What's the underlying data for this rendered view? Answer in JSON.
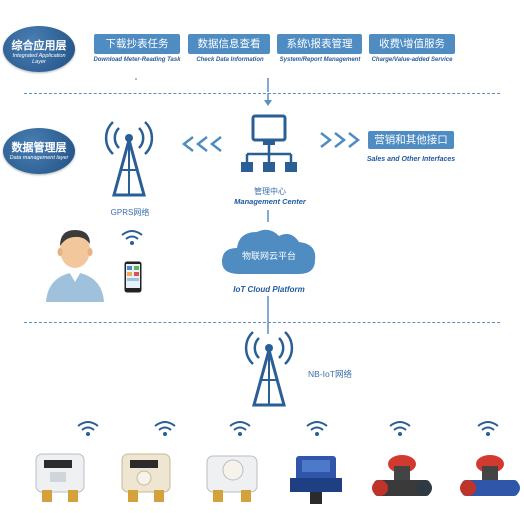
{
  "app_layer": {
    "cn": "综合应用层",
    "en": "Integrated Application Layer",
    "buttons": [
      {
        "cn": "下载抄表任务",
        "en": "Download Meter-Reading Task"
      },
      {
        "cn": "数据信息查看",
        "en": "Check Data Information"
      },
      {
        "cn": "系统\\报表管理",
        "en": "System/Report Management"
      },
      {
        "cn": "收费\\增值服务",
        "en": "Charge/Value-added Service"
      }
    ]
  },
  "data_layer": {
    "cn": "数据管理层",
    "en": "Data management layer"
  },
  "management_center": {
    "cn": "管理中心",
    "en": "Management Center"
  },
  "sales_interface": {
    "cn": "营销和其他接口",
    "en": "Sales and Other Interfaces"
  },
  "gprs": {
    "label": "GPRS网络"
  },
  "iot_cloud": {
    "cn": "物联网云平台",
    "en": "IoT Cloud Platform"
  },
  "nbiot": {
    "label": "NB-IoT网络"
  },
  "colors": {
    "accent": "#4e8cc2",
    "badge": "#2a5f96",
    "dash": "#5c8fc4",
    "label": "#1f5a9c"
  },
  "meters": [
    {
      "icon": "water-meter-white-icon"
    },
    {
      "icon": "water-meter-cream-icon"
    },
    {
      "icon": "water-meter-white-icon"
    },
    {
      "icon": "water-meter-blue-icon"
    },
    {
      "icon": "bulk-water-meter-red-icon"
    },
    {
      "icon": "bulk-water-meter-blue-icon"
    }
  ]
}
